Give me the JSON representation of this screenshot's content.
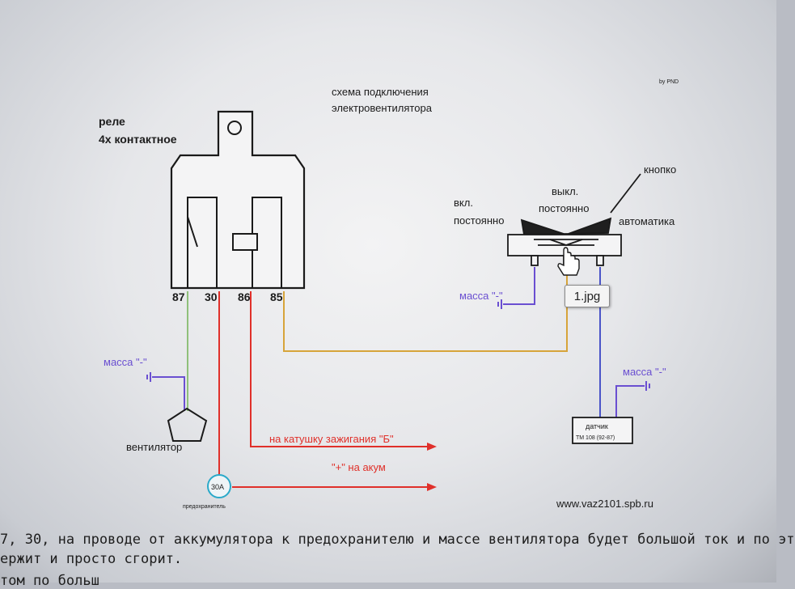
{
  "title": {
    "line1": "схема подключения",
    "line2": "электровентилятора"
  },
  "author": "by PND",
  "relay": {
    "title_line1": "реле",
    "title_line2": "4х контактное",
    "pins": [
      "87",
      "30",
      "86",
      "85"
    ]
  },
  "switch": {
    "label_on_line1": "вкл.",
    "label_on_line2": "постоянно",
    "label_off_line1": "выкл.",
    "label_off_line2": "постоянно",
    "label_button": "кнопко",
    "label_auto": "автоматика"
  },
  "ground_labels": [
    "масса \"-\"",
    "масса \"-\"",
    "масса \"-\""
  ],
  "fan_label": "вентилятор",
  "fuse": {
    "value": "30А",
    "label": "предохранитель"
  },
  "wires": {
    "ignition": "на катушку зажигания \"Б\"",
    "battery": "\"+\" на акум"
  },
  "sensor": {
    "name": "датчик",
    "model": "ТМ 108 (92-87)"
  },
  "website": "www.vaz2101.spb.ru",
  "tooltip": "1.jpg",
  "bottom_text": {
    "line1": "7, 30, на проводе от аккумулятора к предохранителю и массе вентилятора будет большой ток и по эт",
    "line2": "ержит и просто сгорит.",
    "line3": "том по больш"
  }
}
